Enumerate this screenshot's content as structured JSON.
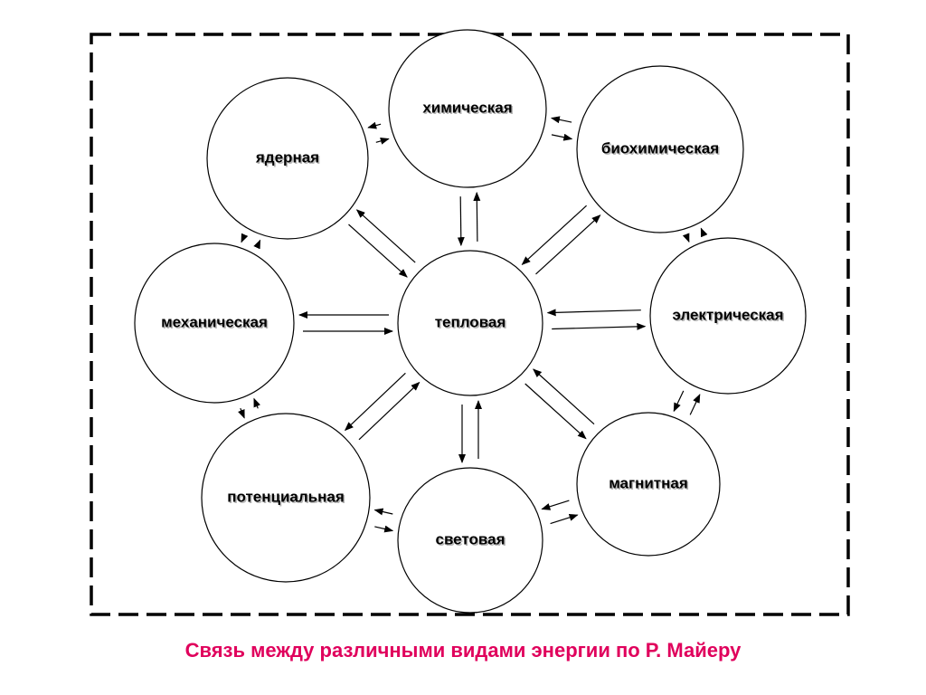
{
  "nodes": [
    {
      "id": "chemical",
      "label": "химическая"
    },
    {
      "id": "biochemical",
      "label": "биохимическая"
    },
    {
      "id": "nuclear",
      "label": "ядерная"
    },
    {
      "id": "mechanical",
      "label": "механическая"
    },
    {
      "id": "thermal",
      "label": "тепловая"
    },
    {
      "id": "electrical",
      "label": "электрическая"
    },
    {
      "id": "potential",
      "label": "потенциальная"
    },
    {
      "id": "light",
      "label": "световая"
    },
    {
      "id": "magnetic",
      "label": "магнитная"
    }
  ],
  "connections": [
    {
      "from": "nuclear",
      "to": "chemical"
    },
    {
      "from": "chemical",
      "to": "nuclear"
    },
    {
      "from": "biochemical",
      "to": "chemical"
    },
    {
      "from": "chemical",
      "to": "biochemical"
    },
    {
      "from": "nuclear",
      "to": "mechanical"
    },
    {
      "from": "mechanical",
      "to": "nuclear"
    },
    {
      "from": "biochemical",
      "to": "electrical"
    },
    {
      "from": "electrical",
      "to": "biochemical"
    },
    {
      "from": "mechanical",
      "to": "potential"
    },
    {
      "from": "potential",
      "to": "mechanical"
    },
    {
      "from": "electrical",
      "to": "magnetic"
    },
    {
      "from": "magnetic",
      "to": "electrical"
    },
    {
      "from": "potential",
      "to": "light"
    },
    {
      "from": "light",
      "to": "potential"
    },
    {
      "from": "light",
      "to": "magnetic"
    },
    {
      "from": "magnetic",
      "to": "light"
    },
    {
      "from": "thermal",
      "to": "chemical"
    },
    {
      "from": "chemical",
      "to": "thermal"
    },
    {
      "from": "thermal",
      "to": "biochemical"
    },
    {
      "from": "biochemical",
      "to": "thermal"
    },
    {
      "from": "thermal",
      "to": "nuclear"
    },
    {
      "from": "nuclear",
      "to": "thermal"
    },
    {
      "from": "thermal",
      "to": "mechanical"
    },
    {
      "from": "mechanical",
      "to": "thermal"
    },
    {
      "from": "thermal",
      "to": "electrical"
    },
    {
      "from": "electrical",
      "to": "thermal"
    },
    {
      "from": "thermal",
      "to": "potential"
    },
    {
      "from": "potential",
      "to": "thermal"
    },
    {
      "from": "thermal",
      "to": "light"
    },
    {
      "from": "light",
      "to": "thermal"
    },
    {
      "from": "thermal",
      "to": "magnetic"
    },
    {
      "from": "magnetic",
      "to": "thermal"
    }
  ],
  "caption": "Связь между различными видами энергии по Р. Майеру"
}
